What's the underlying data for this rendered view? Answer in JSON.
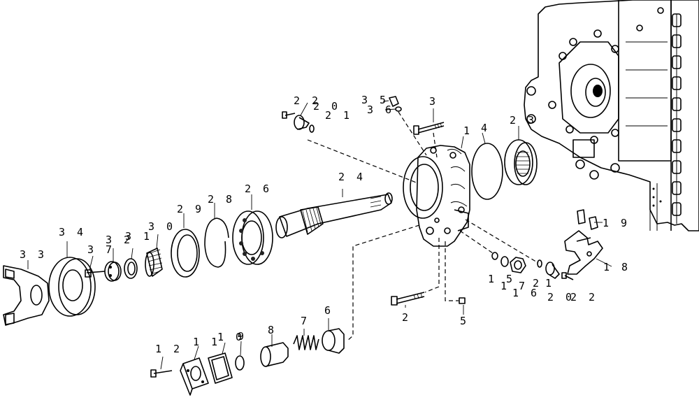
{
  "labels": [
    {
      "id": "1-housing",
      "text": "1"
    },
    {
      "id": "1-center",
      "text": "1"
    },
    {
      "id": "1-right",
      "text": "1"
    },
    {
      "id": "2-bottom",
      "text": "2"
    },
    {
      "id": "2-right",
      "text": "2"
    },
    {
      "id": "3-top",
      "text": "3"
    },
    {
      "id": "4",
      "text": "4"
    },
    {
      "id": "5",
      "text": "5"
    },
    {
      "id": "6",
      "text": "6"
    },
    {
      "id": "7",
      "text": "7"
    },
    {
      "id": "8",
      "text": "8"
    },
    {
      "id": "9",
      "text": "9"
    },
    {
      "id": "10",
      "text": "1 0"
    },
    {
      "id": "11",
      "text": "1 1"
    },
    {
      "id": "12",
      "text": "1 2"
    },
    {
      "id": "15",
      "text": "1 5"
    },
    {
      "id": "16",
      "text": "1 6"
    },
    {
      "id": "17",
      "text": "1 7"
    },
    {
      "id": "18",
      "text": "1 8"
    },
    {
      "id": "19",
      "text": "1 9"
    },
    {
      "id": "20-top",
      "text": "2 0"
    },
    {
      "id": "20-right",
      "text": "2 0"
    },
    {
      "id": "21-top",
      "text": "2 1"
    },
    {
      "id": "22-top",
      "text": "2 2"
    },
    {
      "id": "22-right",
      "text": "2 2"
    },
    {
      "id": "23",
      "text": "2 3"
    },
    {
      "id": "24",
      "text": "2 4"
    },
    {
      "id": "26",
      "text": "2 6"
    },
    {
      "id": "28",
      "text": "2 8"
    },
    {
      "id": "29",
      "text": "2 9"
    },
    {
      "id": "30",
      "text": "3 0"
    },
    {
      "id": "31",
      "text": "3 1"
    },
    {
      "id": "32",
      "text": "3 2"
    },
    {
      "id": "33",
      "text": "3 3"
    },
    {
      "id": "34",
      "text": "3 4"
    },
    {
      "id": "35",
      "text": "3 5"
    },
    {
      "id": "36",
      "text": "3 6"
    },
    {
      "id": "37",
      "text": "3 7"
    }
  ]
}
